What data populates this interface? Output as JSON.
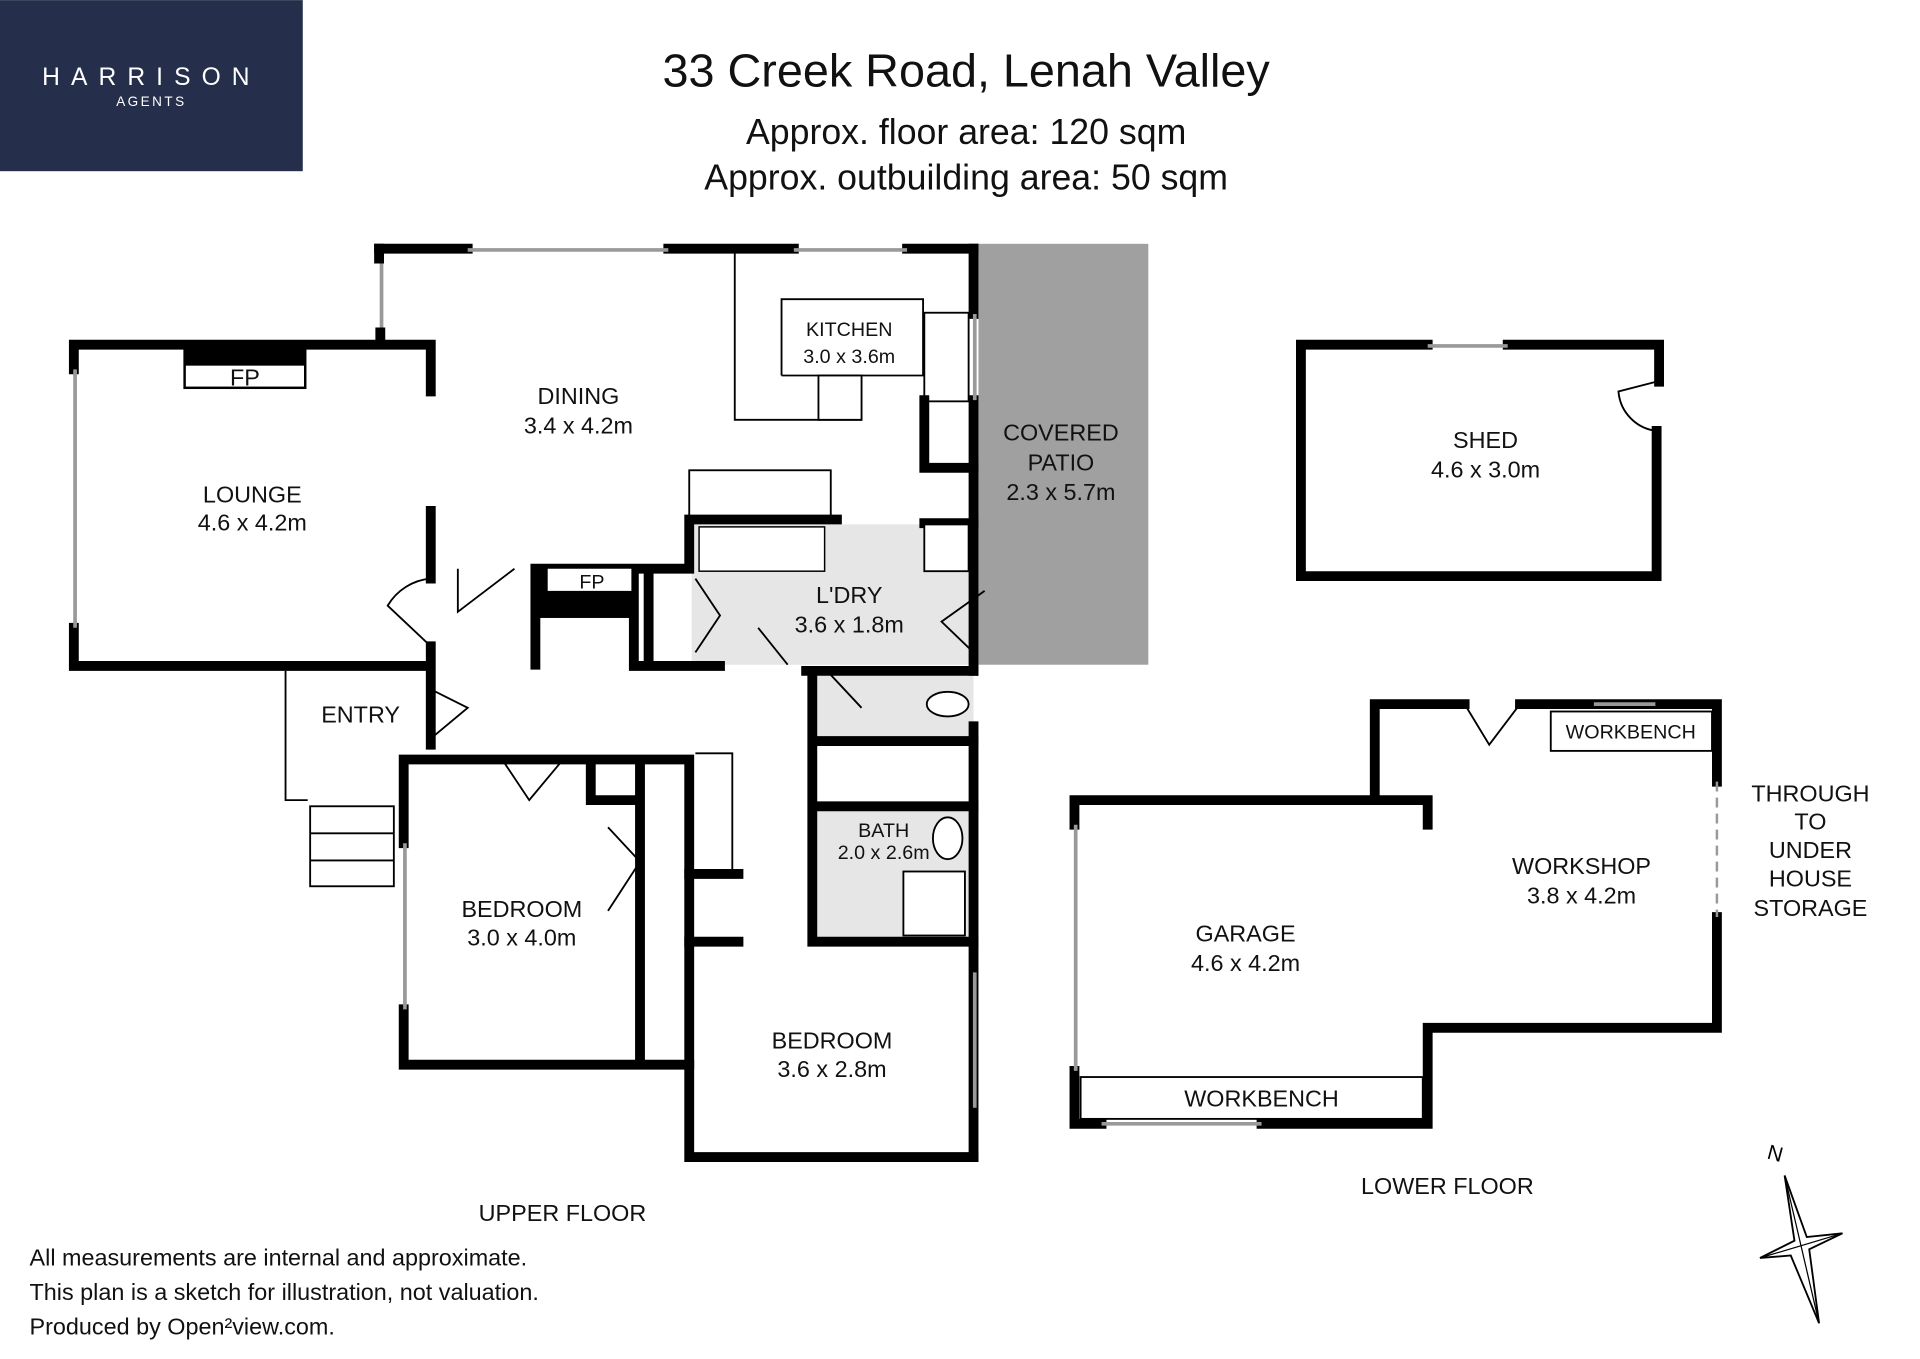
{
  "logo": {
    "brand": "HARRISON",
    "sub": "AGENTS",
    "bg_color": "#252e4a"
  },
  "header": {
    "title": "33 Creek Road, Lenah Valley",
    "floor_area": "Approx. floor area: 120 sqm",
    "outbuilding_area": "Approx. outbuilding area: 50 sqm"
  },
  "upper_floor": {
    "label": "UPPER FLOOR",
    "rooms": {
      "dining": {
        "name": "DINING",
        "size": "3.4 x 4.2m"
      },
      "kitchen": {
        "name": "KITCHEN",
        "size": "3.0 x 3.6m"
      },
      "lounge": {
        "name": "LOUNGE",
        "size": "4.6 x 4.2m"
      },
      "patio": {
        "name1": "COVERED",
        "name2": "PATIO",
        "size": "2.3 x 5.7m"
      },
      "laundry": {
        "name": "L'DRY",
        "size": "3.6 x 1.8m"
      },
      "entry": {
        "name": "ENTRY"
      },
      "bath": {
        "name": "BATH",
        "size": "2.0 x 2.6m"
      },
      "bedroom1": {
        "name": "BEDROOM",
        "size": "3.0 x 4.0m"
      },
      "bedroom2": {
        "name": "BEDROOM",
        "size": "3.6 x 2.8m"
      }
    },
    "fireplace_label": "FP"
  },
  "lower_floor": {
    "label": "LOWER FLOOR",
    "rooms": {
      "shed": {
        "name": "SHED",
        "size": "4.6 x 3.0m"
      },
      "garage": {
        "name": "GARAGE",
        "size": "4.6 x 4.2m"
      },
      "workshop": {
        "name": "WORKSHOP",
        "size": "3.8 x 4.2m"
      }
    },
    "workbench_label": "WORKBENCH",
    "storage_note": [
      "THROUGH",
      "TO",
      "UNDER",
      "HOUSE",
      "STORAGE"
    ]
  },
  "compass": {
    "north": "N"
  },
  "disclaimer": [
    "All measurements are internal and approximate.",
    "This plan is a sketch for illustration, not valuation.",
    "Produced by Open²view.com."
  ],
  "colors": {
    "patio": "#a0a0a0",
    "wet_area": "#e6e6e6"
  }
}
